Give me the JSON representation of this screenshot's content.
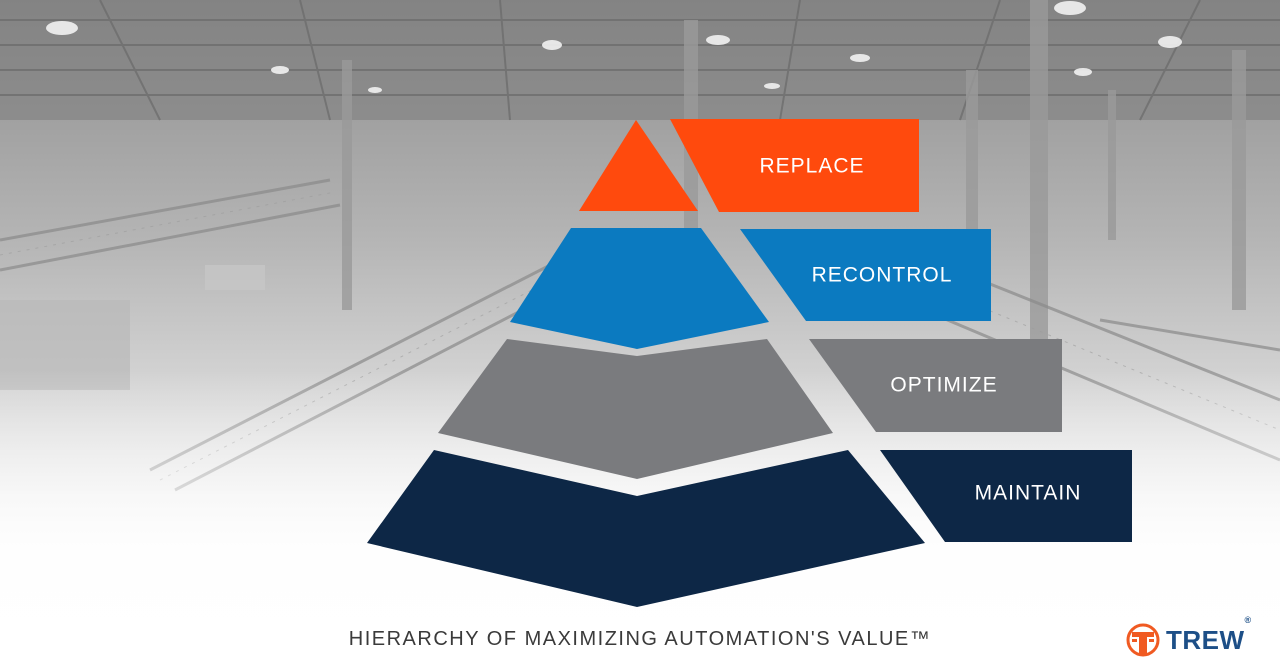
{
  "diagram": {
    "tiers": [
      {
        "label": "REPLACE",
        "color": "#FF4A0D"
      },
      {
        "label": "RECONTROL",
        "color": "#0B7AC0"
      },
      {
        "label": "OPTIMIZE",
        "color": "#7A7B7E"
      },
      {
        "label": "MAINTAIN",
        "color": "#0D2746"
      }
    ],
    "title": "HIERARCHY OF MAXIMIZING AUTOMATION'S VALUE™"
  },
  "logo": {
    "text": "TREW",
    "registered": "®",
    "icon": "trew-logo-icon",
    "color": "#F05A22"
  }
}
